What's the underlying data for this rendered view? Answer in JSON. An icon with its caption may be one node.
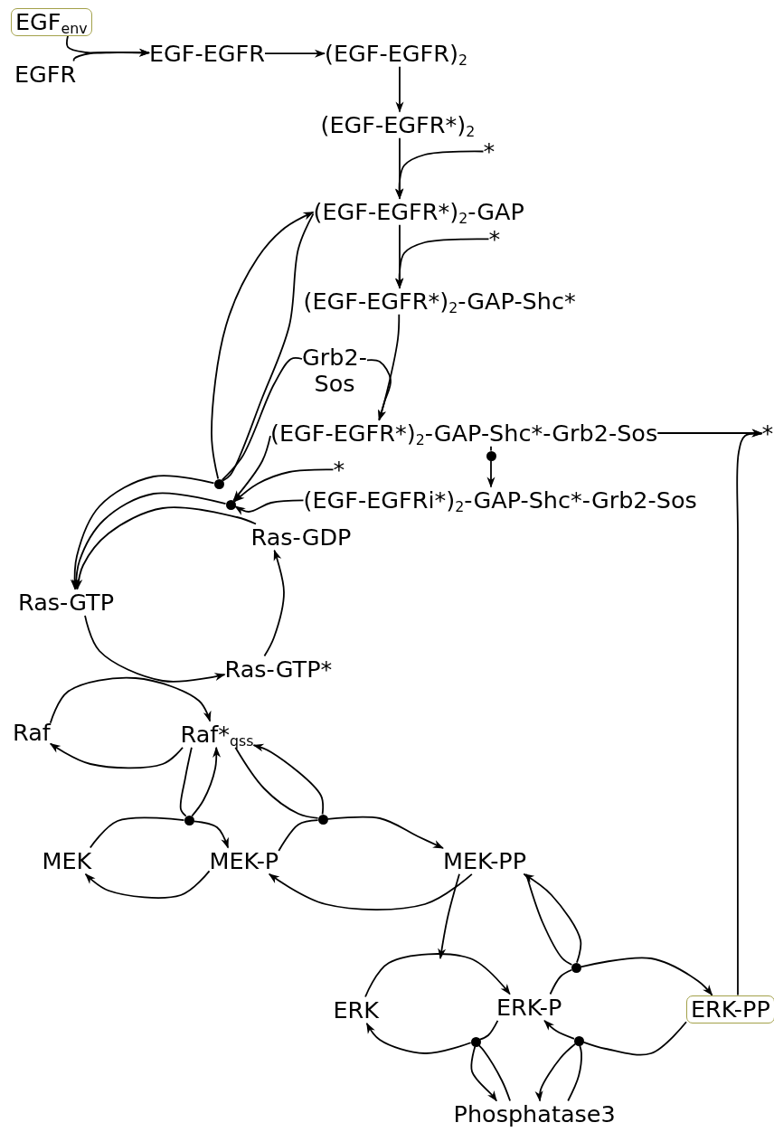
{
  "diagram": {
    "nodes": [
      {
        "text": [
          "EGF$_{env}$"
        ]
      },
      {
        "text": [
          "EGFR"
        ]
      },
      {
        "text": [
          "EGF-EGFR"
        ]
      },
      {
        "text": [
          "(EGF-EGFR)$_{2}$"
        ]
      },
      {
        "text": [
          "(EGF-EGFR*)$_{2}$"
        ]
      },
      {
        "text": [
          "*"
        ]
      },
      {
        "text": [
          "(EGF-EGFR*)$_{2}$-GAP"
        ]
      },
      {
        "text": [
          "*"
        ]
      },
      {
        "text": [
          "(EGF-EGFR*)$_{2}$-GAP-Shc*"
        ]
      },
      {
        "text": [
          "Grb2- Sos"
        ]
      },
      {
        "text": [
          "(EGF-EGFR*)$_{2}$-GAP-Shc*-Grb2-Sos"
        ]
      },
      {
        "text": [
          "*"
        ]
      },
      {
        "text": [
          "*"
        ]
      },
      {
        "text": [
          "(EGF-EGFRi*)$_{2}$-GAP-Shc*-Grb2-Sos"
        ]
      },
      {
        "text": [
          "Ras-GDP"
        ]
      },
      {
        "text": [
          "Ras-GTP"
        ]
      },
      {
        "text": [
          "Ras-GTP*"
        ]
      },
      {
        "text": [
          "Raf"
        ]
      },
      {
        "text": [
          "Raf*$_{qss}$"
        ]
      },
      {
        "text": [
          "MEK"
        ]
      },
      {
        "text": [
          "MEK-P"
        ]
      },
      {
        "text": [
          "MEK-PP"
        ]
      },
      {
        "text": [
          "ERK"
        ]
      },
      {
        "text": [
          "ERK-P"
        ]
      },
      {
        "text": [
          "ERK-PP"
        ]
      },
      {
        "text": [
          "Phosphatase3"
        ]
      },
      {
        "text": [],
        "shape": "dot"
      },
      {
        "text": [],
        "shape": "dot"
      },
      {
        "text": [],
        "shape": "dot"
      },
      {
        "text": [],
        "shape": "dot"
      },
      {
        "text": [],
        "shape": "dot"
      },
      {
        "text": [],
        "shape": "dot"
      },
      {
        "text": [],
        "shape": "dot"
      },
      {
        "text": [],
        "shape": "dot"
      }
    ],
    "edges": [
      {
        "from": 0,
        "to": 2,
        "arrow": "to"
      },
      {
        "from": 1,
        "to": 2,
        "arrow": "to"
      },
      {
        "from": 2,
        "to": 3,
        "arrow": "to"
      },
      {
        "from": 3,
        "to": 4,
        "arrow": "to"
      },
      {
        "from": 4,
        "to": 6,
        "arrow": "to"
      },
      {
        "from": 5,
        "to": 6,
        "arrow": "to"
      },
      {
        "from": 6,
        "to": 8,
        "arrow": "to"
      },
      {
        "from": 7,
        "to": 8,
        "arrow": "to"
      },
      {
        "from": 8,
        "to": 10,
        "arrow": "to"
      },
      {
        "from": 9,
        "to": 10,
        "arrow": "to"
      },
      {
        "from": 10,
        "to": 11,
        "arrow": "to"
      },
      {
        "from": 24,
        "to": 11,
        "arrow": "to"
      },
      {
        "from": 10,
        "to": 28,
        "arrow": "none"
      },
      {
        "from": 28,
        "to": 13,
        "arrow": "to"
      },
      {
        "from": 26,
        "to": 15,
        "arrow": "to"
      },
      {
        "from": 27,
        "to": 15,
        "arrow": "to"
      },
      {
        "from": 14,
        "to": 15,
        "arrow": "to"
      },
      {
        "from": 6,
        "to": 26,
        "arrow": "none"
      },
      {
        "from": 26,
        "to": 6,
        "arrow": "to"
      },
      {
        "from": 9,
        "to": 26,
        "arrow": "none"
      },
      {
        "from": 10,
        "to": 27,
        "arrow": "to"
      },
      {
        "from": 12,
        "to": 27,
        "arrow": "to"
      },
      {
        "from": 13,
        "to": 27,
        "arrow": "to"
      },
      {
        "from": 15,
        "to": 16,
        "arrow": "to"
      },
      {
        "from": 16,
        "to": 14,
        "arrow": "to"
      },
      {
        "from": 17,
        "to": 18,
        "arrow": "to"
      },
      {
        "from": 18,
        "to": 17,
        "arrow": "to"
      },
      {
        "from": 19,
        "to": 29,
        "arrow": "none"
      },
      {
        "from": 29,
        "to": 20,
        "arrow": "to"
      },
      {
        "from": 20,
        "to": 19,
        "arrow": "to"
      },
      {
        "from": 18,
        "to": 29,
        "arrow": "none"
      },
      {
        "from": 29,
        "to": 18,
        "arrow": "to"
      },
      {
        "from": 20,
        "to": 30,
        "arrow": "none"
      },
      {
        "from": 30,
        "to": 21,
        "arrow": "to"
      },
      {
        "from": 21,
        "to": 20,
        "arrow": "to"
      },
      {
        "from": 18,
        "to": 30,
        "arrow": "none"
      },
      {
        "from": 30,
        "to": 18,
        "arrow": "to"
      },
      {
        "from": 21,
        "to": null,
        "arrow": "to"
      },
      {
        "from": 22,
        "to": 23,
        "arrow": "to"
      },
      {
        "from": 23,
        "to": 31,
        "arrow": "none"
      },
      {
        "from": 31,
        "to": 24,
        "arrow": "to"
      },
      {
        "from": 21,
        "to": 31,
        "arrow": "none"
      },
      {
        "from": 31,
        "to": 21,
        "arrow": "to"
      },
      {
        "from": 23,
        "to": 32,
        "arrow": "none"
      },
      {
        "from": 32,
        "to": 22,
        "arrow": "to"
      },
      {
        "from": 24,
        "to": 33,
        "arrow": "none"
      },
      {
        "from": 33,
        "to": 23,
        "arrow": "to"
      },
      {
        "from": 32,
        "to": 25,
        "arrow": "to"
      },
      {
        "from": 25,
        "to": 32,
        "arrow": "none"
      },
      {
        "from": 33,
        "to": 25,
        "arrow": "to"
      },
      {
        "from": 25,
        "to": 33,
        "arrow": "none"
      }
    ]
  }
}
